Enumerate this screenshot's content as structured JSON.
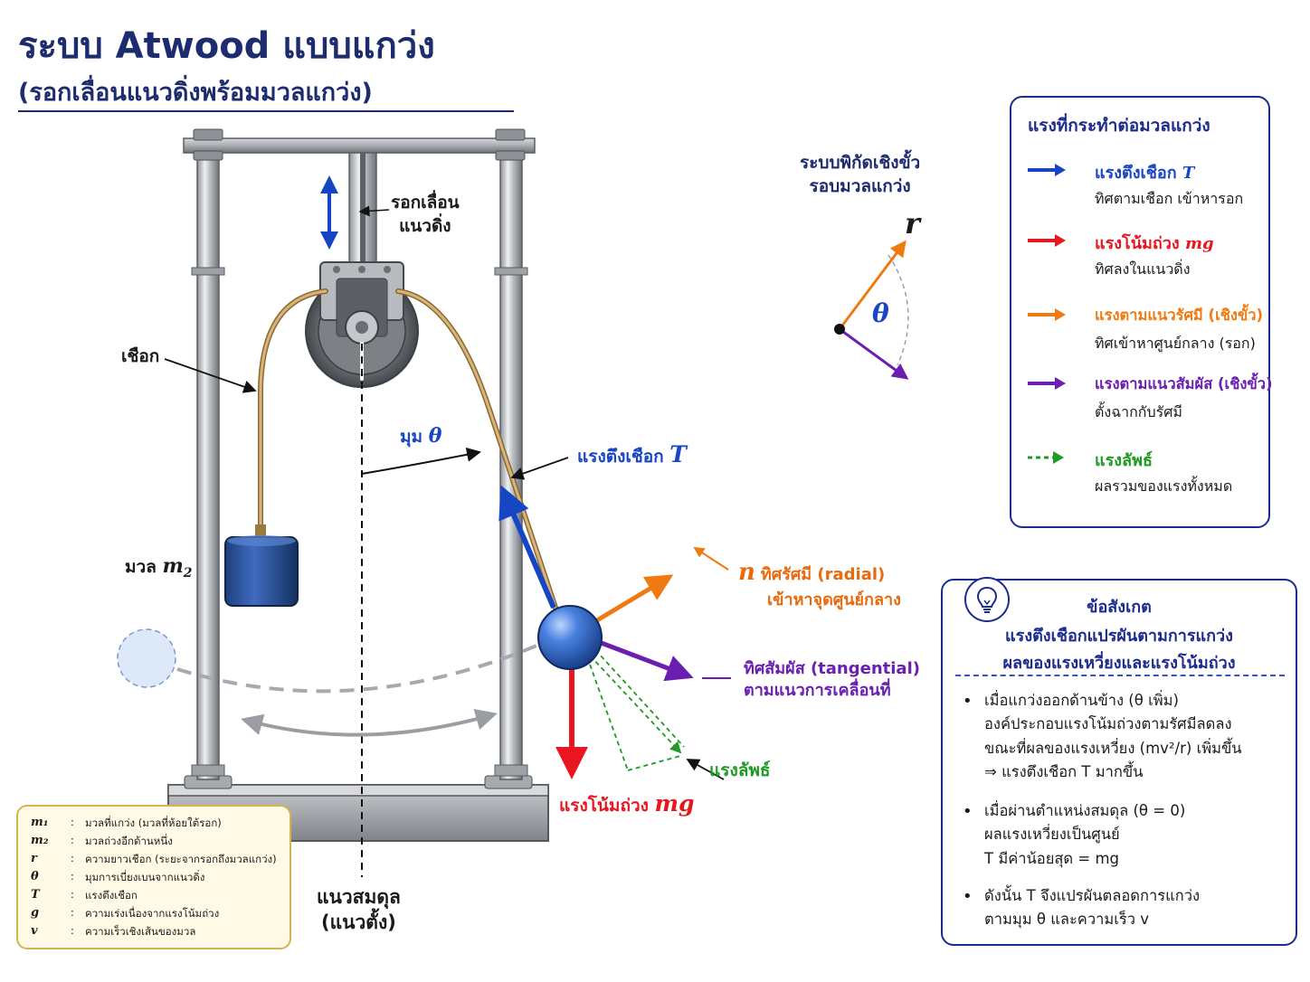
{
  "title": "ระบบ Atwood แบบแกว่ง",
  "subtitle": "(รอกเลื่อนแนวดิ่งพร้อมมวลแกว่ง)",
  "labels": {
    "pulley_slider": "รอกเลื่อน",
    "pulley_slider2": "แนวดิ่ง",
    "rope": "เชือก",
    "angle_prefix": "มุม",
    "angle_symbol": "θ",
    "tension_prefix": "แรงตึงเชือก",
    "tension_symbol": "T",
    "mass2_prefix": "มวล",
    "mass2_symbol": "m",
    "mass2_sub": "2",
    "radial_symbol": "n",
    "radial_line1": "ทิศรัศมี (radial)",
    "radial_line2": "เข้าหาจุดศูนย์กลาง",
    "tangential_line1": "ทิศสัมผัส (tangential)",
    "tangential_line2": "ตามแนวการเคลื่อนที่",
    "resultant": "แรงลัพธ์",
    "gravity_prefix": "แรงโน้มถ่วง",
    "gravity_symbol": "mg",
    "equilibrium_line1": "แนวสมดุล",
    "equilibrium_line2": "(แนวตั้ง)",
    "polar_title1": "ระบบพิกัดเชิงขั้ว",
    "polar_title2": "รอบมวลแกว่ง",
    "polar_r": "r",
    "polar_theta": "θ"
  },
  "legend": {
    "title": "แรงที่กระทำต่อมวลแกว่ง",
    "items": [
      {
        "name": "แรงตึงเชือก",
        "symbol": "T",
        "desc": "ทิศตามเชือก เข้าหารอก",
        "color": "#1746c4",
        "style": "solid"
      },
      {
        "name": "แรงโน้มถ่วง",
        "symbol": "mg",
        "desc": "ทิศลงในแนวดิ่ง",
        "color": "#e8161e",
        "style": "solid"
      },
      {
        "name": "แรงตามแนวรัศมี (เชิงขั้ว)",
        "symbol": "",
        "desc": "ทิศเข้าหาศูนย์กลาง (รอก)",
        "color": "#f07a12",
        "style": "solid"
      },
      {
        "name": "แรงตามแนวสัมผัส (เชิงขั้ว)",
        "symbol": "",
        "desc": "ตั้งฉากกับรัศมี",
        "color": "#6a1fb0",
        "style": "solid"
      },
      {
        "name": "แรงลัพธ์",
        "symbol": "",
        "desc": "ผลรวมของแรงทั้งหมด",
        "color": "#1f9a22",
        "style": "dashed"
      }
    ]
  },
  "notes": {
    "title": "ข้อสังเกต",
    "line1": "แรงตึงเชือกแปรผันตามการแกว่ง",
    "line2": "ผลของแรงเหวี่ยงและแรงโน้มถ่วง",
    "b1_l1": "เมื่อแกว่งออกด้านข้าง (θ เพิ่ม)",
    "b1_l2": "องค์ประกอบแรงโน้มถ่วงตามรัศมีลดลง",
    "b1_l3": "ขณะที่ผลของแรงเหวี่ยง (mv²/r) เพิ่มขึ้น",
    "b1_l4": "⇒ แรงตึงเชือก T มากขึ้น",
    "b2_l1": "เมื่อผ่านตำแหน่งสมดุล (θ = 0)",
    "b2_l2": "ผลแรงเหวี่ยงเป็นศูนย์",
    "b2_l3": "T มีค่าน้อยสุด = mg",
    "b3_l1": "ดังนั้น T จึงแปรผันตลอดการแกว่ง",
    "b3_l2": "ตามมุม θ และความเร็ว v"
  },
  "symbols": [
    {
      "sym": "m₁",
      "desc": "มวลที่แกว่ง (มวลที่ห้อยใต้รอก)"
    },
    {
      "sym": "m₂",
      "desc": "มวลถ่วงอีกด้านหนึ่ง"
    },
    {
      "sym": "r",
      "desc": "ความยาวเชือก (ระยะจากรอกถึงมวลแกว่ง)"
    },
    {
      "sym": "θ",
      "desc": "มุมการเบี่ยงเบนจากแนวดิ่ง"
    },
    {
      "sym": "T",
      "desc": "แรงตึงเชือก"
    },
    {
      "sym": "g",
      "desc": "ความเร่งเนื่องจากแรงโน้มถ่วง"
    },
    {
      "sym": "v",
      "desc": "ความเร็วเชิงเส้นของมวล"
    }
  ],
  "symbol_colon": ":",
  "colors": {
    "title": "#1c2c6e",
    "tension": "#1746c4",
    "gravity": "#e8161e",
    "radial": "#f07a12",
    "tangential": "#6a1fb0",
    "resultant": "#1f9a22"
  }
}
